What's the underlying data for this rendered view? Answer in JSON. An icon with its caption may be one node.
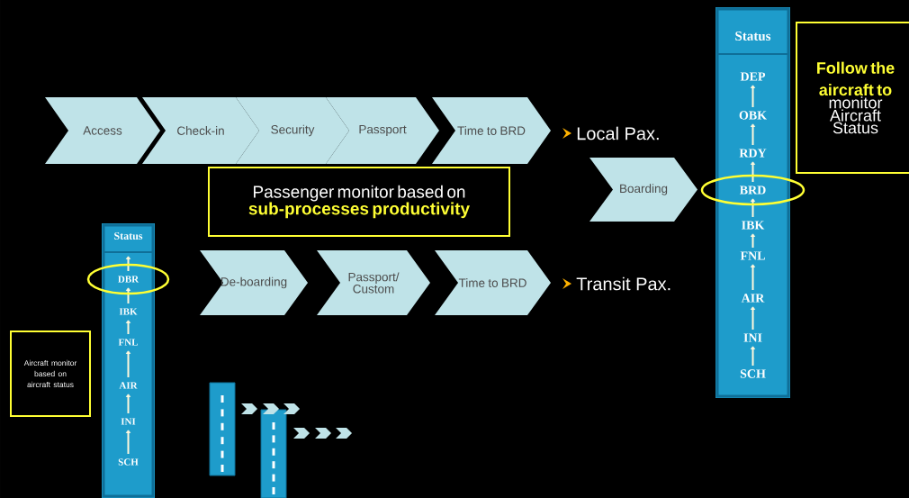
{
  "diagram": {
    "nodes": [
      {
        "text": [
          "Access"
        ]
      },
      {
        "text": [
          "Check-in"
        ]
      },
      {
        "text": [
          "Security"
        ]
      },
      {
        "text": [
          "Passport"
        ]
      },
      {
        "text": [
          "Time to BRD"
        ]
      },
      {
        "text": [
          "Boarding"
        ]
      },
      {
        "text": [
          "Status",
          "DEP",
          "OBK",
          "RDY",
          "BRD",
          "IBK",
          "FNL",
          "AIR",
          "INI",
          "SCH"
        ]
      },
      {
        "text": [
          "Follow the aircraft to",
          "monitor Aircraft Status"
        ]
      },
      {
        "text": [
          "Passenger monitor based on",
          "sub-processes productivity"
        ]
      },
      {
        "text": [
          "Status",
          "DBR",
          "IBK",
          "FNL",
          "AIR",
          "INI",
          "SCH"
        ]
      },
      {
        "text": [
          "De-boarding"
        ]
      },
      {
        "text": [
          "Passport/ Custom"
        ]
      },
      {
        "text": [
          "Time to BRD"
        ]
      },
      {
        "text": [
          "Aircraft monitor based on aircraft status"
        ]
      }
    ],
    "labels": [
      "Local Pax.",
      "Transit Pax."
    ]
  }
}
